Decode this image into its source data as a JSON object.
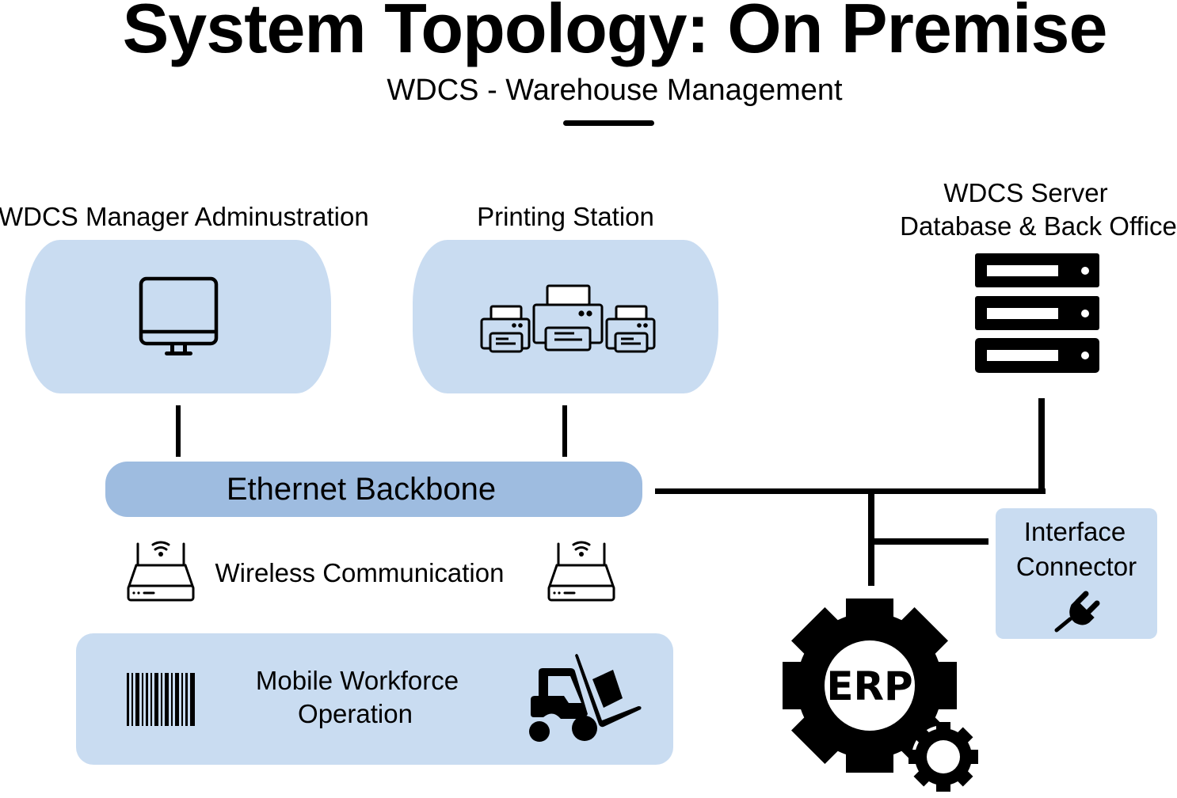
{
  "header": {
    "title": "System Topology: On Premise",
    "subtitle": "WDCS - Warehouse Management"
  },
  "nodes": {
    "admin": {
      "label": "WDCS Manager Adminustration",
      "icon": "monitor-icon"
    },
    "printing": {
      "label": "Printing Station",
      "icon": "printers-icon"
    },
    "server": {
      "label_line1": "WDCS Server",
      "label_line2": "Database & Back Office",
      "icon": "server-rack-icon"
    },
    "backbone": {
      "label": "Ethernet Backbone"
    },
    "wireless": {
      "label": "Wireless Communication",
      "icon": "wifi-router-icon"
    },
    "mobile": {
      "label_line1": "Mobile Workforce",
      "label_line2": "Operation",
      "icons": [
        "barcode-icon",
        "forklift-icon"
      ]
    },
    "interface": {
      "label_line1": "Interface",
      "label_line2": "Connector",
      "icon": "plug-icon"
    },
    "erp": {
      "label": "ERP",
      "icon": "gears-icon"
    }
  },
  "colors": {
    "node_fill": "#c9dcf1",
    "backbone_fill": "#9ebce0",
    "line": "#000000"
  }
}
